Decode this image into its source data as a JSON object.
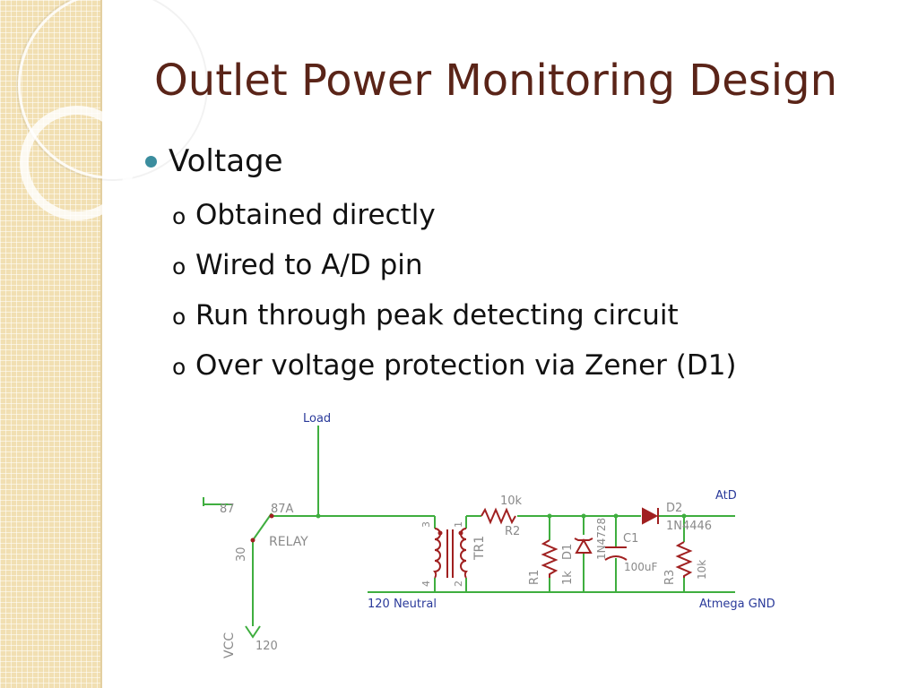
{
  "slide": {
    "title": "Outlet Power Monitoring Design",
    "bullet": "Voltage",
    "sub_bullets": [
      "Obtained directly",
      "Wired to A/D pin",
      "Run through peak detecting circuit",
      "Over voltage protection via Zener (D1)"
    ],
    "sub_marker": "o"
  },
  "schematic": {
    "labels": {
      "load": "Load",
      "pin87": "87",
      "pin87a": "87A",
      "relay": "RELAY",
      "pin30": "30",
      "vcc": "VCC",
      "v120": "120",
      "tr_pin3": "3",
      "tr_pin1": "1",
      "tr_pin4": "4",
      "tr_pin2": "2",
      "tr1": "TR1",
      "r2_value": "10k",
      "r2": "R2",
      "r1": "R1",
      "r1_value": "1k",
      "d1": "D1",
      "zener_part": "1N4728",
      "c1": "C1",
      "c1_value": "100uF",
      "d2": "D2",
      "d2_part": "1N4446",
      "r3": "R3",
      "r3_value": "10k",
      "atd": "AtD",
      "neutral": "120 Neutral",
      "atmega_gnd": "Atmega GND"
    },
    "colors": {
      "wire": "#3fae3f",
      "component": "#a02020",
      "label": "#8a8a8a",
      "net_label": "#2a3a9a"
    }
  }
}
